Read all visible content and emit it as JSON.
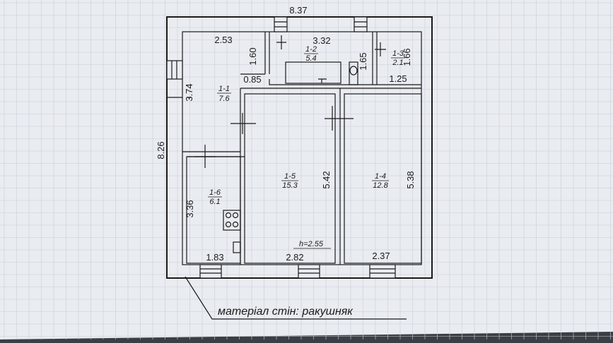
{
  "dimensions": {
    "top": "8.37",
    "left_total": "8.26",
    "room_1_1_width": "2.53",
    "room_1_2_width": "3.32",
    "room_1_2_height": "1.60",
    "room_1_2_step": "0.85",
    "room_1_2_right_height": "1.65",
    "room_1_3_height": "1.66",
    "room_1_3_width": "1.25",
    "room_1_1_height": "3.74",
    "room_1_5_height": "5.42",
    "room_1_4_height": "5.38",
    "room_1_6_height": "3.36",
    "room_1_6_width": "1.83",
    "room_1_5_width": "2.82",
    "room_1_4_width": "2.37"
  },
  "rooms": [
    {
      "id": "1-1",
      "area": "7.6"
    },
    {
      "id": "1-2",
      "area": "5.4"
    },
    {
      "id": "1-3",
      "area": "2.1"
    },
    {
      "id": "1-4",
      "area": "12.8"
    },
    {
      "id": "1-5",
      "area": "15.3"
    },
    {
      "id": "1-6",
      "area": "6.1"
    }
  ],
  "ceiling_height": "h=2.55",
  "wall_material": "матеріал стін: ракушняк",
  "colors": {
    "paper": "#e9ecf1",
    "ink": "#1a1a1a",
    "grid": "#c9cfd8",
    "background": "#3b3e45"
  }
}
